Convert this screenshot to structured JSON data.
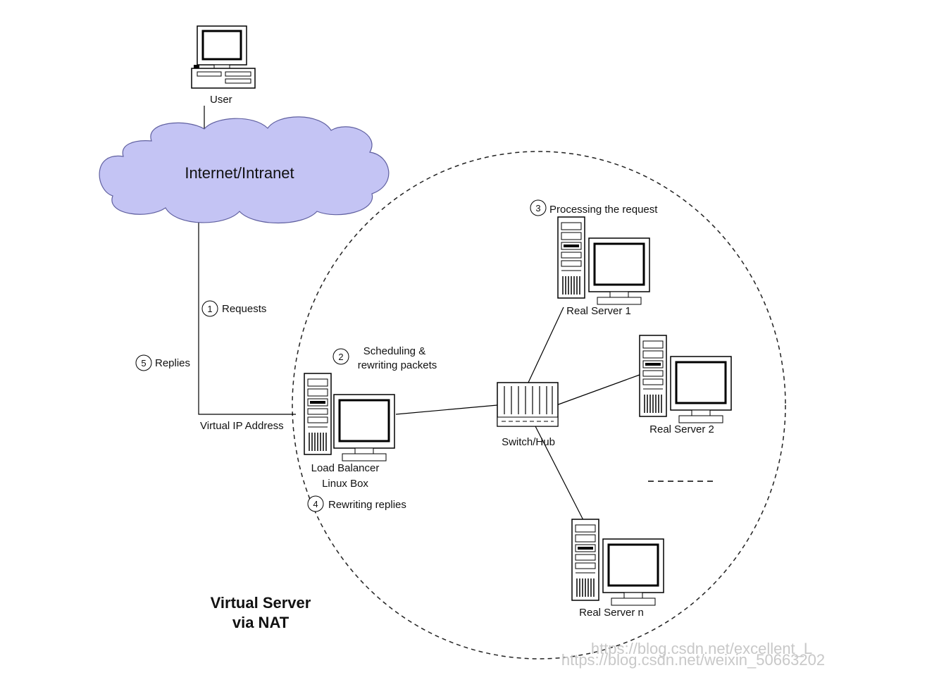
{
  "nodes": {
    "user": "User",
    "cloud": "Internet/Intranet",
    "virtual_ip": "Virtual IP Address",
    "load_balancer_line1": "Load Balancer",
    "load_balancer_line2": "Linux Box",
    "switch": "Switch/Hub",
    "real_server_1": "Real Server 1",
    "real_server_2": "Real Server 2",
    "real_server_n": "Real Server n"
  },
  "steps": [
    {
      "number": "1",
      "label": "Requests"
    },
    {
      "number": "2",
      "label_line1": "Scheduling &",
      "label_line2": "rewriting packets"
    },
    {
      "number": "3",
      "label": "Processing the request"
    },
    {
      "number": "4",
      "label": "Rewriting replies"
    },
    {
      "number": "5",
      "label": "Replies"
    }
  ],
  "title": {
    "line1": "Virtual Server",
    "line2": "via NAT"
  },
  "watermark": {
    "line1": "https://blog.csdn.net/excellent_L",
    "line2": "https://blog.csdn.net/weixin_50663202"
  },
  "colors": {
    "cloud_fill": "#c4c4f4",
    "cloud_stroke": "#6060a0"
  }
}
